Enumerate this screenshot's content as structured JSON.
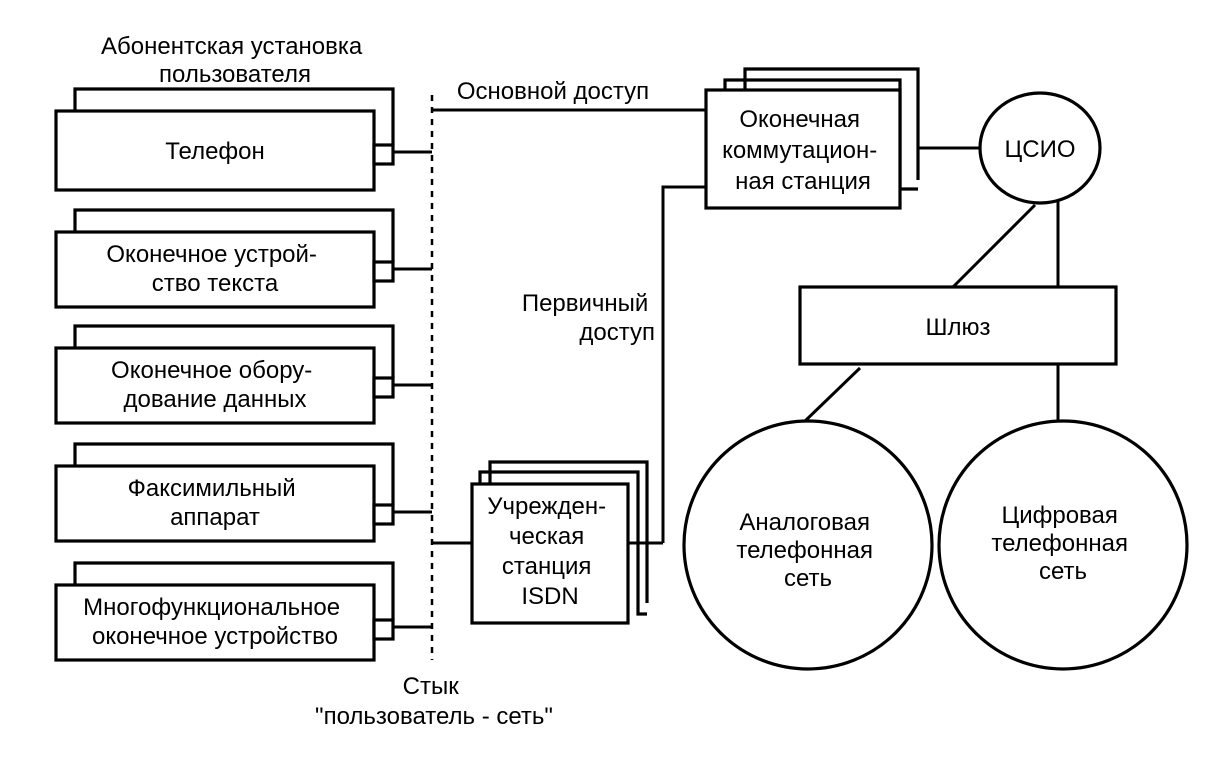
{
  "colors": {
    "ink": "#000000",
    "paper": "#ffffff"
  },
  "labels": {
    "user_installation": [
      "Абонентская установка",
      "пользователя"
    ],
    "basic_access": "Основной доступ",
    "primary_access": [
      "Первичный",
      "доступ"
    ],
    "interface": [
      "Стык",
      "\"пользователь - сеть\""
    ]
  },
  "terminals": [
    {
      "lines": [
        "Телефон"
      ]
    },
    {
      "lines": [
        "Оконечное устрой-",
        "ство текста"
      ]
    },
    {
      "lines": [
        "Оконечное обору-",
        "дование данных"
      ]
    },
    {
      "lines": [
        "Факсимильный",
        "аппарат"
      ]
    },
    {
      "lines": [
        "Многофункциональное",
        "оконечное устройство"
      ]
    }
  ],
  "pbx": {
    "lines": [
      "Учрежден-",
      "ческая",
      "станция",
      "ISDN"
    ]
  },
  "exchange": {
    "lines": [
      "Оконечная",
      "коммутацион-",
      "ная станция"
    ]
  },
  "isdn": {
    "label": "ЦСИО"
  },
  "gateway": {
    "label": "Шлюз"
  },
  "analog_net": {
    "lines": [
      "Аналоговая",
      "телефонная",
      "сеть"
    ]
  },
  "digital_net": {
    "lines": [
      "Цифровая",
      "телефонная",
      "сеть"
    ]
  }
}
